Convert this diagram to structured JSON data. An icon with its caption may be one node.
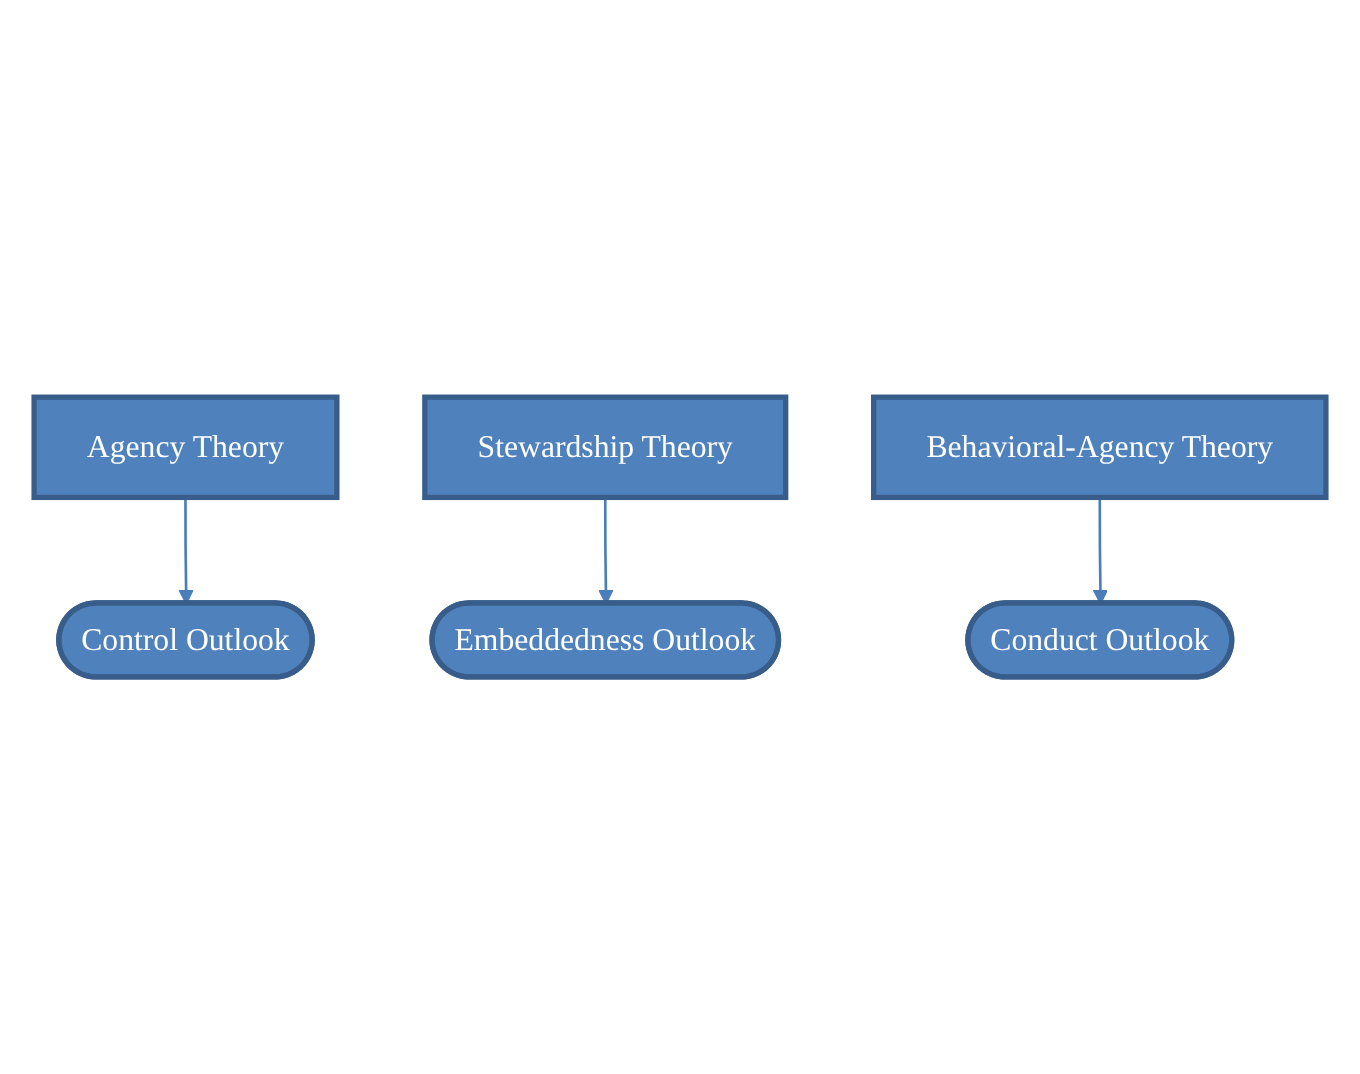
{
  "diagram": {
    "nodes": [
      {
        "text": [
          "Agency Theory"
        ]
      },
      {
        "text": [
          "Stewardship Theory"
        ]
      },
      {
        "text": [
          "Control Outlook"
        ]
      },
      {
        "text": [
          "Embeddedness Outlook"
        ]
      },
      {
        "text": [
          "Conduct Outlook"
        ]
      },
      {
        "text": [
          "Behavioral-Agency Theory"
        ]
      }
    ],
    "edges": [
      {
        "from": 0,
        "to": 2,
        "arrow": "to"
      },
      {
        "from": 1,
        "to": 3,
        "arrow": "to"
      },
      {
        "from": 5,
        "to": 4,
        "arrow": "to"
      }
    ]
  }
}
